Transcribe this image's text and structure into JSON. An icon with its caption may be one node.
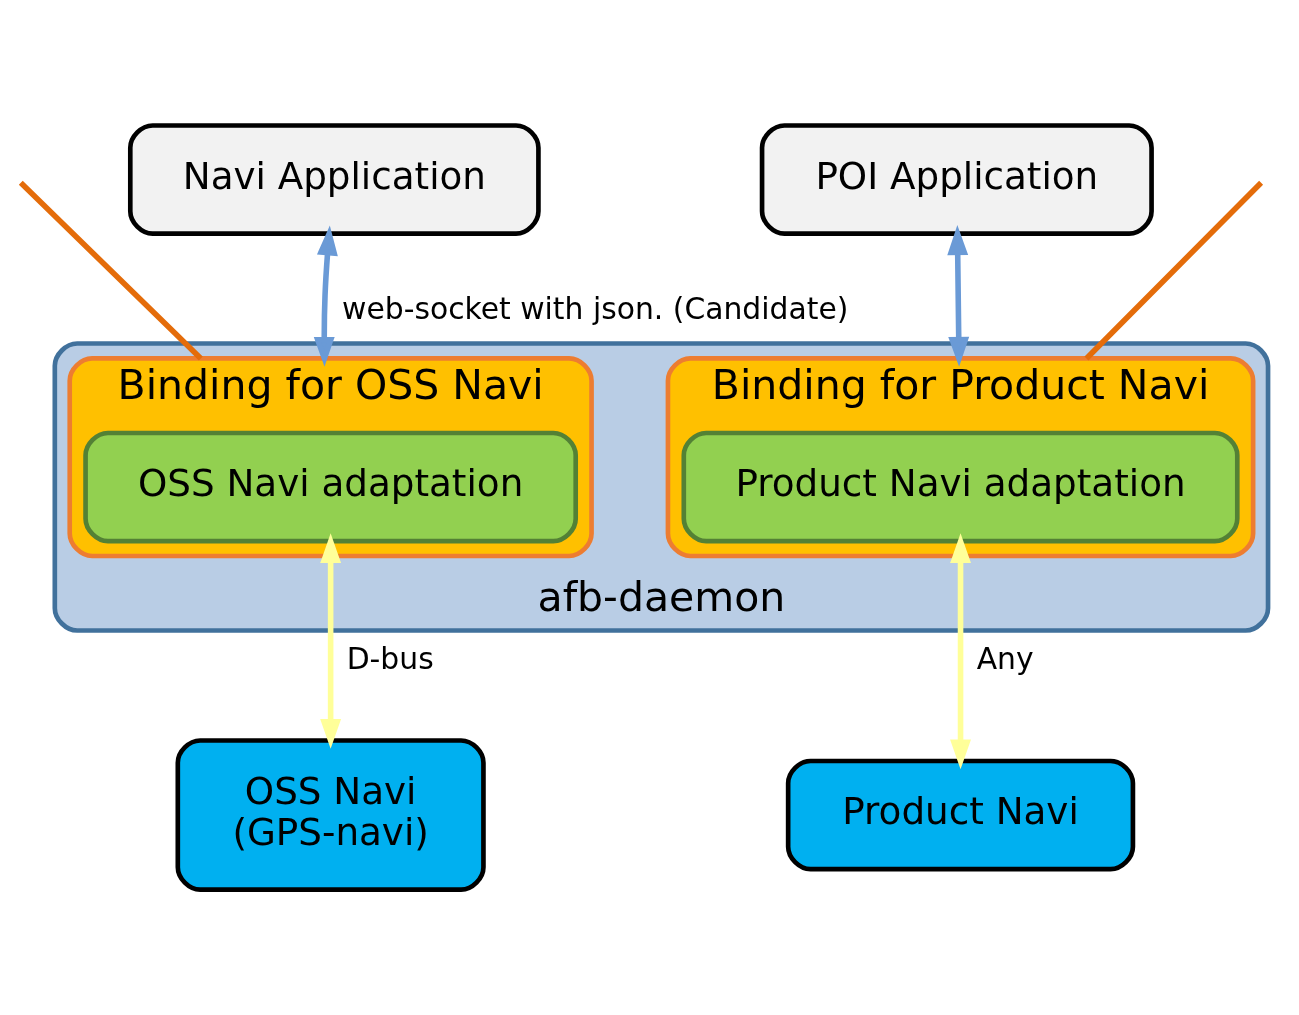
{
  "diagram": {
    "nodes": [
      {
        "text": [
          "Navi Application"
        ]
      },
      {
        "text": [
          "POI Application"
        ]
      },
      {
        "text": [
          "afb-daemon"
        ]
      },
      {
        "text": [
          "Binding for OSS Navi"
        ],
        "in": 2
      },
      {
        "text": [
          "OSS Navi adaptation"
        ],
        "in": 3
      },
      {
        "text": [
          "Binding for Product Navi"
        ],
        "in": 2
      },
      {
        "text": [
          "Product Navi adaptation"
        ],
        "in": 5
      },
      {
        "text": [
          "OSS Navi",
          "(GPS-navi)"
        ]
      },
      {
        "text": [
          "Product Navi"
        ]
      }
    ],
    "edges": [
      {
        "from": 0,
        "to": 3,
        "arrow": "both",
        "label": "web-socket with json. (Candidate)",
        "color": "#6a9ad6"
      },
      {
        "from": 1,
        "to": 5,
        "arrow": "both",
        "color": "#6a9ad6"
      },
      {
        "from": 4,
        "to": 7,
        "arrow": "both",
        "label": "D-bus",
        "color": "#ffff99"
      },
      {
        "from": 6,
        "to": 8,
        "arrow": "both",
        "label": "Any",
        "color": "#ffff99"
      },
      {
        "from": 3,
        "to": null,
        "arrow": "none",
        "color": "#e46c0a"
      },
      {
        "from": 5,
        "to": null,
        "arrow": "none",
        "color": "#e46c0a"
      }
    ]
  }
}
